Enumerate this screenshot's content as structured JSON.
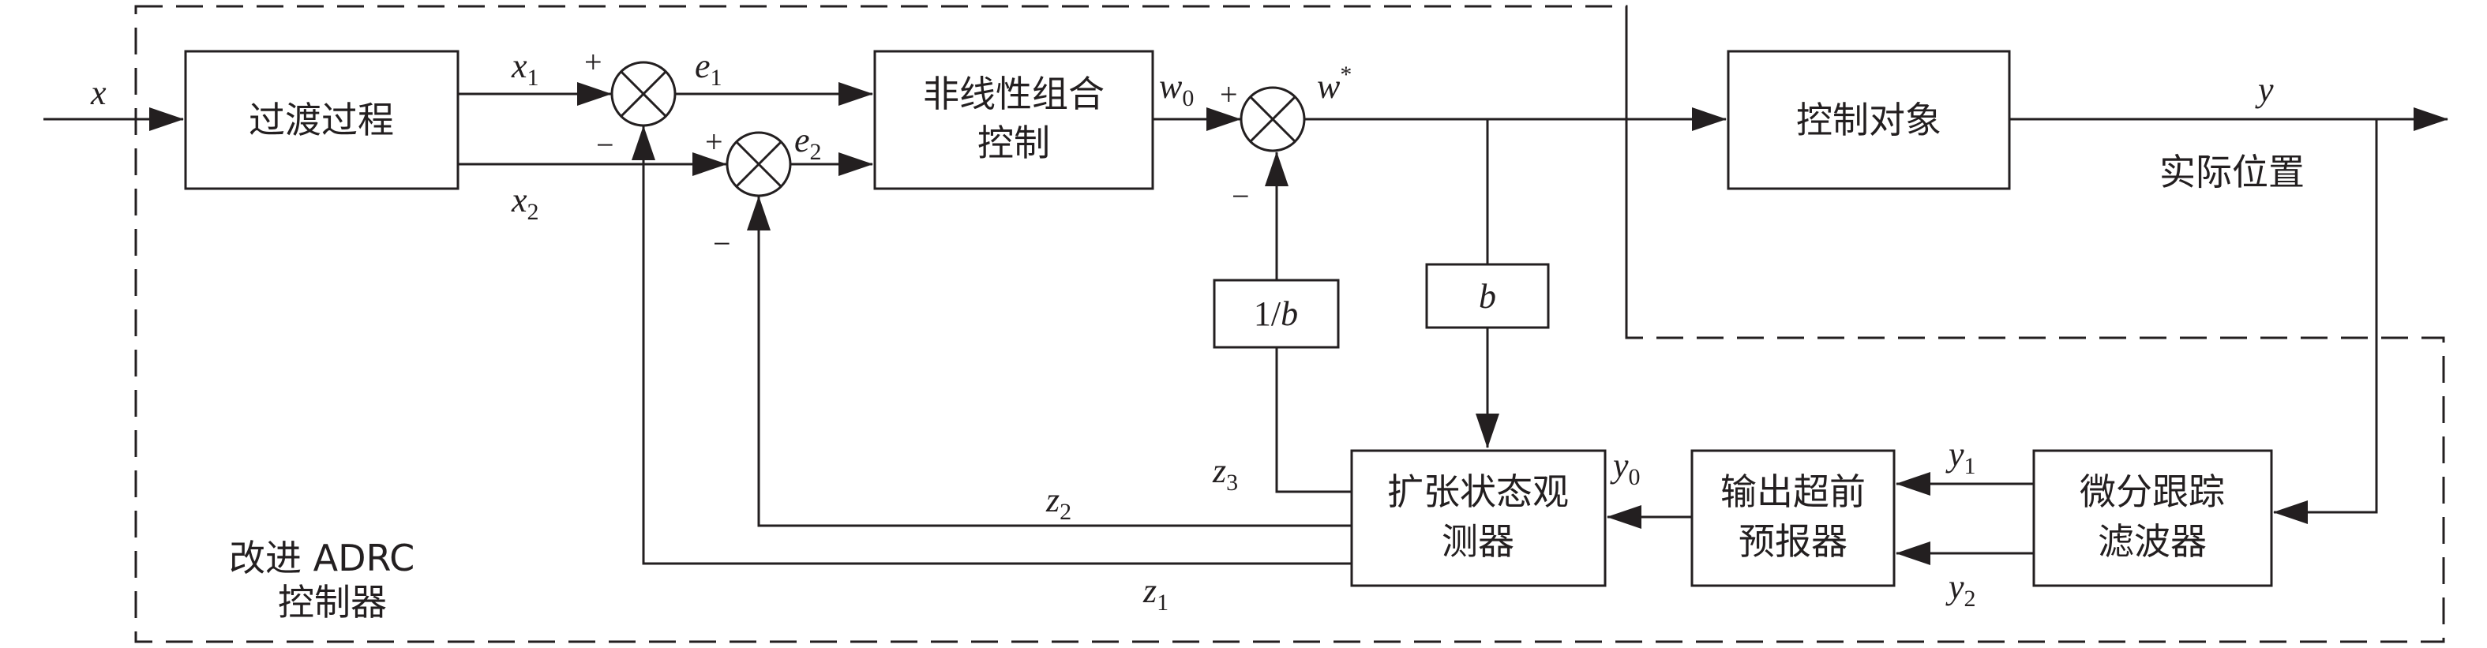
{
  "blocks": {
    "transition": "过渡过程",
    "nlsef_line1": "非线性组合",
    "nlsef_line2": "控制",
    "plant": "控制对象",
    "gain_b": "b",
    "inv_b_num": "1/",
    "inv_b_den": "b",
    "eso_line1": "扩张状态观",
    "eso_line2": "测器",
    "predictor_line1": "输出超前",
    "predictor_line2": "预报器",
    "td_line1": "微分跟踪",
    "td_line2": "滤波器"
  },
  "labels": {
    "actual_position": "实际位置",
    "controller_line1": "改进 ADRC",
    "controller_line2": "控制器"
  },
  "signals": {
    "x": "x",
    "x1": "x",
    "x1_sub": "1",
    "x2": "x",
    "x2_sub": "2",
    "e1": "e",
    "e1_sub": "1",
    "e2": "e",
    "e2_sub": "2",
    "w0": "w",
    "w0_sub": "0",
    "wstar": "w",
    "wstar_sup": "*",
    "y": "y",
    "y0": "y",
    "y0_sub": "0",
    "y1": "y",
    "y1_sub": "1",
    "y2": "y",
    "y2_sub": "2",
    "z1": "z",
    "z1_sub": "1",
    "z2": "z",
    "z2_sub": "2",
    "z3": "z",
    "z3_sub": "3"
  },
  "signs": {
    "plus": "+",
    "minus": "−"
  }
}
